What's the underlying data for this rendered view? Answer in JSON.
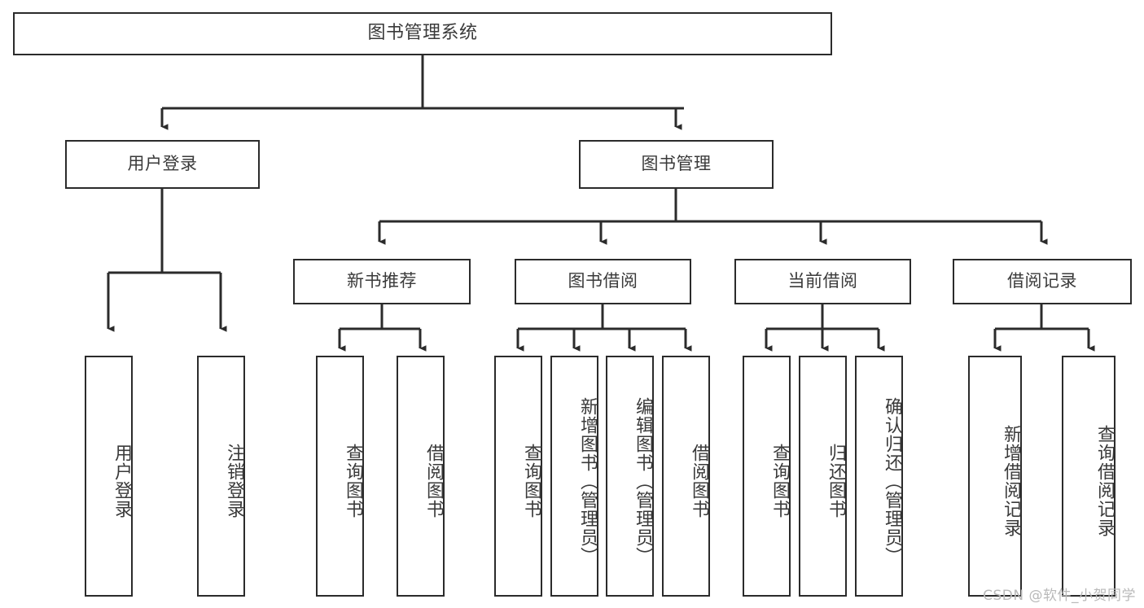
{
  "diagram": {
    "title": "图书管理系统",
    "type": "tree",
    "root": {
      "label": "图书管理系统"
    },
    "level2": [
      {
        "label": "用户登录"
      },
      {
        "label": "图书管理"
      }
    ],
    "level3": [
      {
        "label": "新书推荐"
      },
      {
        "label": "图书借阅"
      },
      {
        "label": "当前借阅"
      },
      {
        "label": "借阅记录"
      }
    ],
    "leaves": {
      "user_login": [
        {
          "label": "用户登录"
        },
        {
          "label": "注销登录"
        }
      ],
      "new_book_recommend": [
        {
          "label": "查询图书"
        },
        {
          "label": "借阅图书"
        }
      ],
      "book_borrow": [
        {
          "label": "查询图书"
        },
        {
          "label": "新增图书（管理员）"
        },
        {
          "label": "编辑图书（管理员）"
        },
        {
          "label": "借阅图书"
        }
      ],
      "current_borrow": [
        {
          "label": "查询图书"
        },
        {
          "label": "归还图书"
        },
        {
          "label": "确认归还（管理员）"
        }
      ],
      "borrow_record": [
        {
          "label": "新增借阅记录"
        },
        {
          "label": "查询借阅记录"
        }
      ]
    }
  },
  "watermark": {
    "text": "CSDN @软件_小贺同学"
  },
  "colors": {
    "stroke": "#2b2b2b",
    "text": "#3a3a3a",
    "background": "#ffffff",
    "watermark": "#b9b9b9"
  }
}
